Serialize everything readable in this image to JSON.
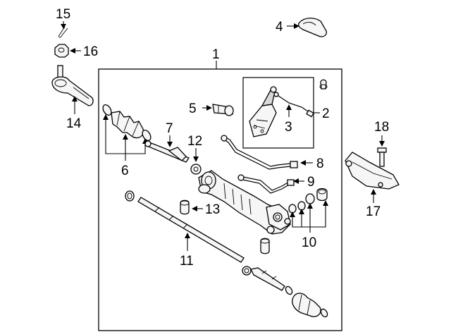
{
  "callouts": {
    "c1": "1",
    "c2": "2",
    "c3": "3",
    "c4": "4",
    "c5": "5",
    "c6": "6",
    "c7": "7",
    "c8": "8",
    "c9": "9",
    "c10": "10",
    "c11": "11",
    "c12": "12",
    "c13": "13",
    "c14": "14",
    "c15": "15",
    "c16": "16",
    "c17": "17",
    "c18": "18"
  },
  "colors": {
    "line": "#000000",
    "fill": "#f6f6f6",
    "background": "#ffffff"
  }
}
